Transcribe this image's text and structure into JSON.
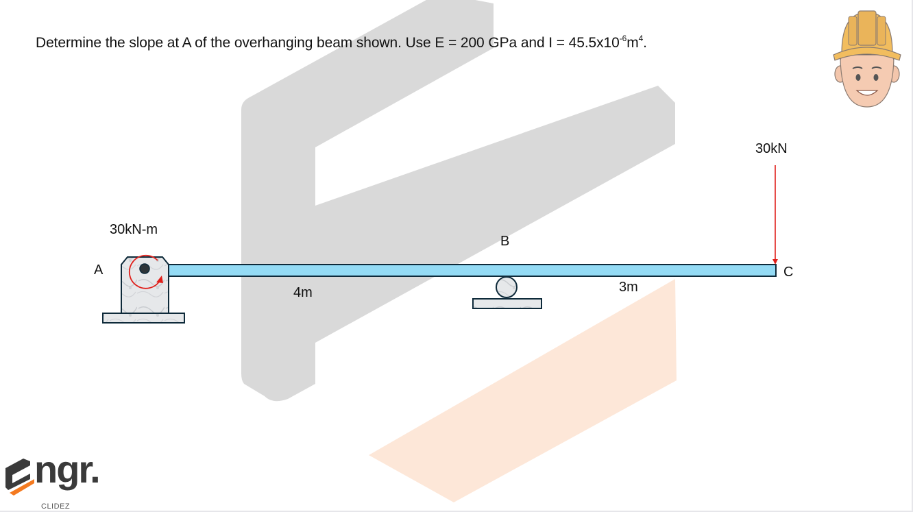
{
  "problem": {
    "statement_prefix": "Determine the slope at A of the overhanging beam shown. Use E = 200 GPa and I = 45.5x10",
    "statement_exp1": "-6",
    "statement_mid": "m",
    "statement_exp2": "4",
    "statement_suffix": ".",
    "E": "200 GPa",
    "I": "45.5x10^-6 m^4"
  },
  "diagram": {
    "point_a": "A",
    "point_b": "B",
    "point_c": "C",
    "moment_label": "30kN-m",
    "load_label": "30kN",
    "span_ab": "4m",
    "span_bc": "3m",
    "colors": {
      "beam_fill": "#94dbf5",
      "outline": "#0e2a3a",
      "load_arrow": "#e0201b",
      "moment_arrow": "#e0201b",
      "support_fill": "#e4e6e8",
      "watermark_gray": "#d9d9d9",
      "watermark_orange": "#fde7d8"
    }
  },
  "branding": {
    "logo_word": "ngr.",
    "logo_sub": "CLIDEZ",
    "accent": "#f47a20"
  }
}
